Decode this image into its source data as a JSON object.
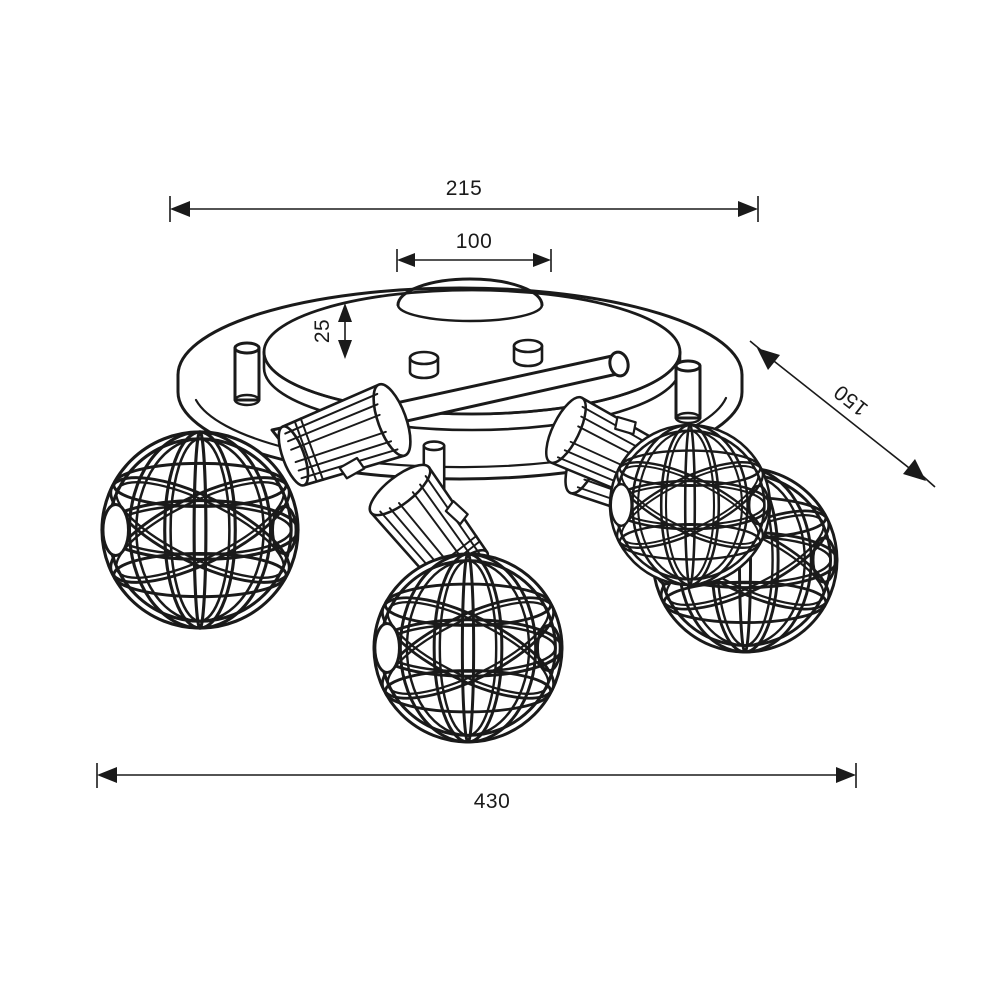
{
  "document": {
    "type": "technical-dimension-drawing",
    "subject": "4-light ceiling spotlight with wire cage shades",
    "background_color": "#ffffff",
    "line_color": "#1a1a1a",
    "unit": "mm"
  },
  "dimensions": {
    "width_top": {
      "label": "215",
      "orientation": "horizontal",
      "text_rotation": 0,
      "position": "above-line"
    },
    "plate_diameter": {
      "label": "100",
      "orientation": "horizontal",
      "text_rotation": 0,
      "position": "above-line"
    },
    "plate_height": {
      "label": "25",
      "orientation": "vertical",
      "text_rotation": -90,
      "position": "left-of-line"
    },
    "drop_diagonal": {
      "label": "150",
      "orientation": "diagonal",
      "text_rotation": 225,
      "position": "along-line"
    },
    "width_bottom": {
      "label": "430",
      "orientation": "horizontal",
      "text_rotation": 0,
      "position": "below-line"
    }
  },
  "product": {
    "name": "ceiling-spotlight",
    "heads": 4,
    "shade_style": "wire-cage-sphere",
    "mount": "round-ceiling-plate"
  }
}
